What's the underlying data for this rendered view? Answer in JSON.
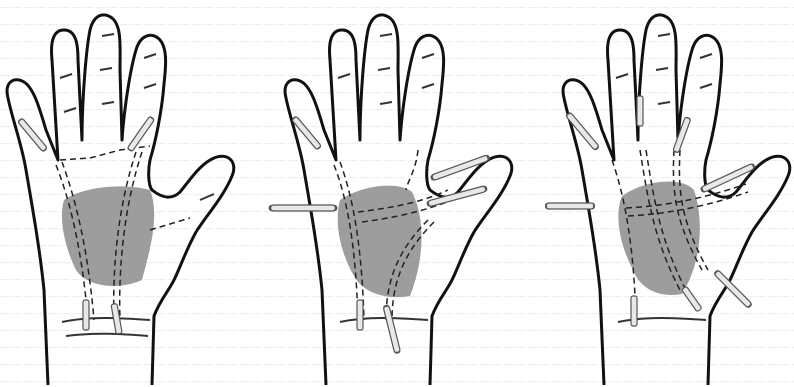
{
  "figure": {
    "panels": [
      {
        "id": "panel-1",
        "label": ""
      },
      {
        "id": "panel-2",
        "label": ""
      },
      {
        "id": "panel-3",
        "label": ""
      }
    ],
    "colors": {
      "outline": "#111111",
      "shaded_region": "#8c8c8c",
      "needle_fill": "#e8e8e8",
      "needle_stroke": "#555555",
      "creases": "#333333",
      "background": "#ffffff",
      "bleed_through": "#d9d9d9"
    },
    "icons": [
      "hand-outline-icon",
      "acupuncture-needle-icon"
    ]
  }
}
